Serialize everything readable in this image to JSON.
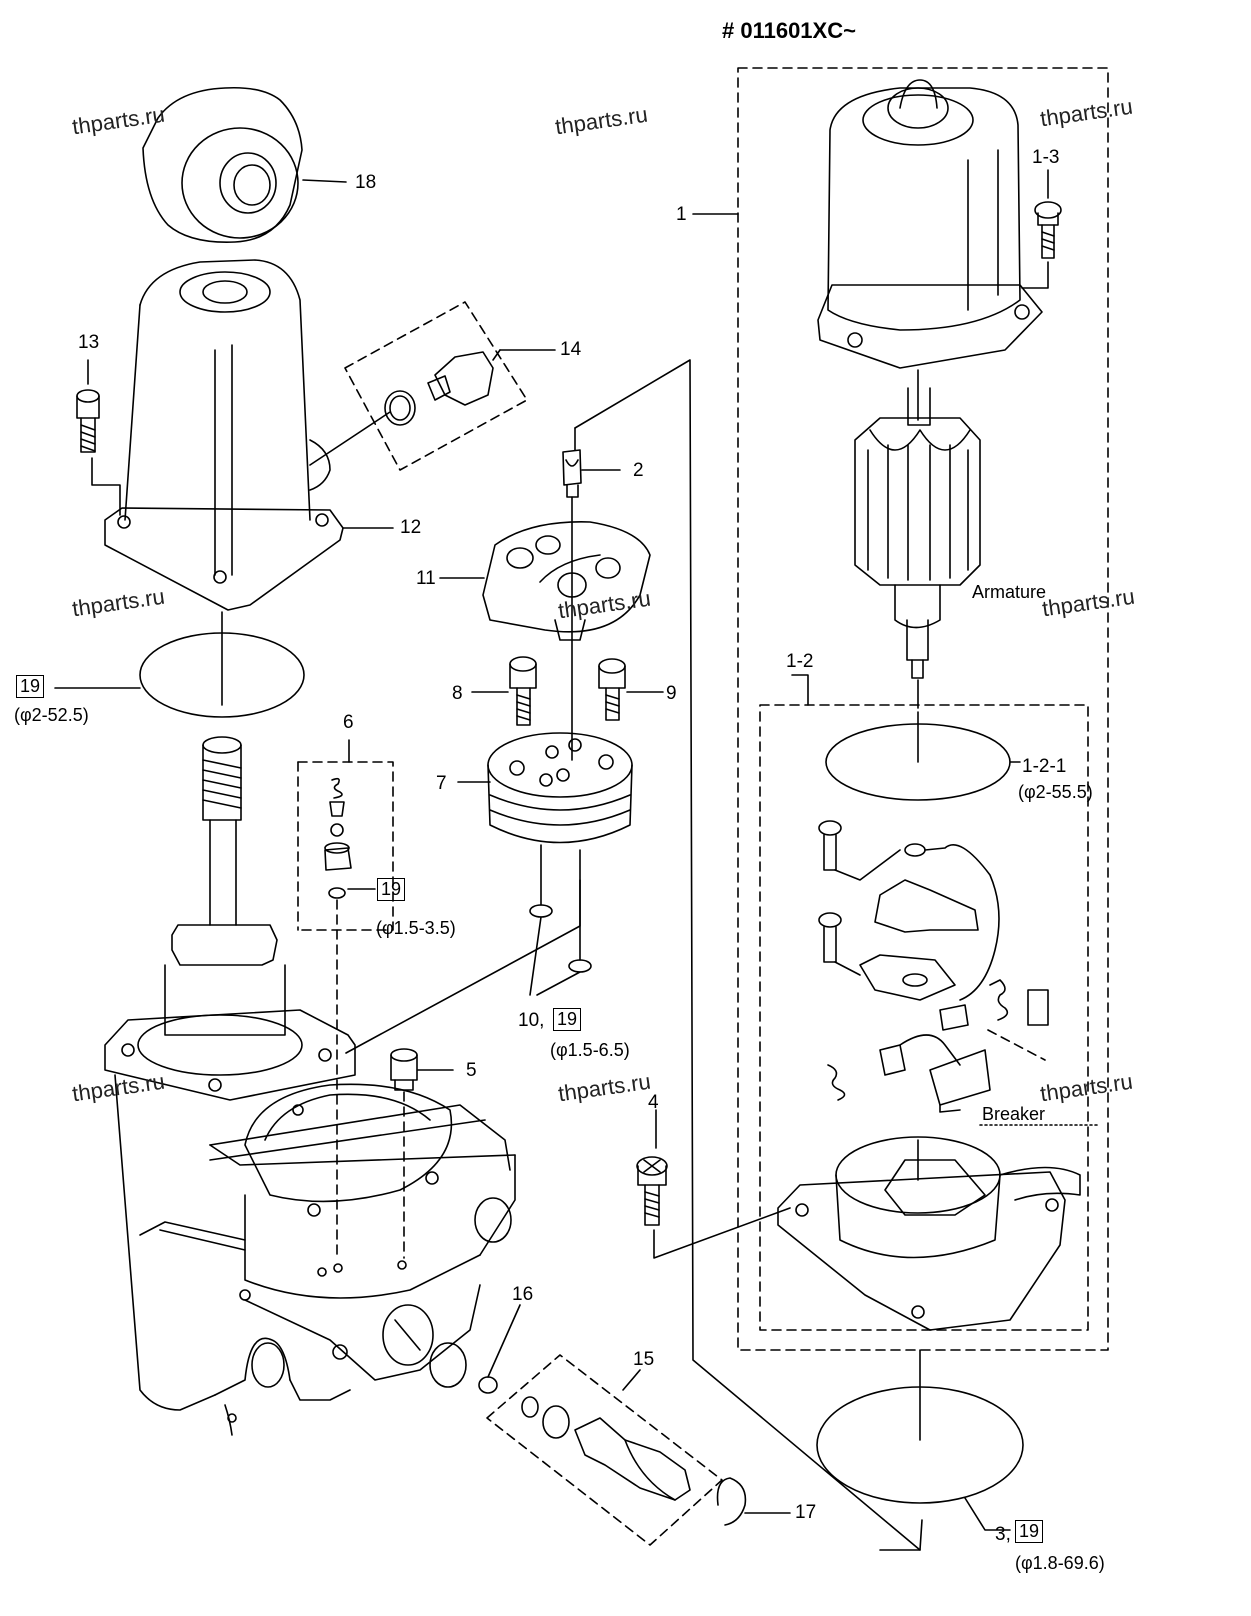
{
  "serial_range": "# 011601XC~",
  "watermark": "thparts.ru",
  "captions": {
    "armature": "Armature",
    "breaker": "Breaker"
  },
  "callouts": {
    "p1": "1",
    "p1_2": "1-2",
    "p1_2_1": "1-2-1",
    "p1_3": "1-3",
    "p2": "2",
    "p3": "3,",
    "p4": "4",
    "p5": "5",
    "p6": "6",
    "p7": "7",
    "p8": "8",
    "p9": "9",
    "p10": "10,",
    "p11": "11",
    "p12": "12",
    "p13": "13",
    "p14": "14",
    "p15": "15",
    "p16": "16",
    "p17": "17",
    "p18": "18"
  },
  "kit_ref": "19",
  "oring_specs": {
    "main": "(φ2-52.5)",
    "valve": "(φ1.5-3.5)",
    "pump": "(φ1.5-6.5)",
    "motor": "(φ2-55.5)",
    "base": "(φ1.8-69.6)"
  }
}
